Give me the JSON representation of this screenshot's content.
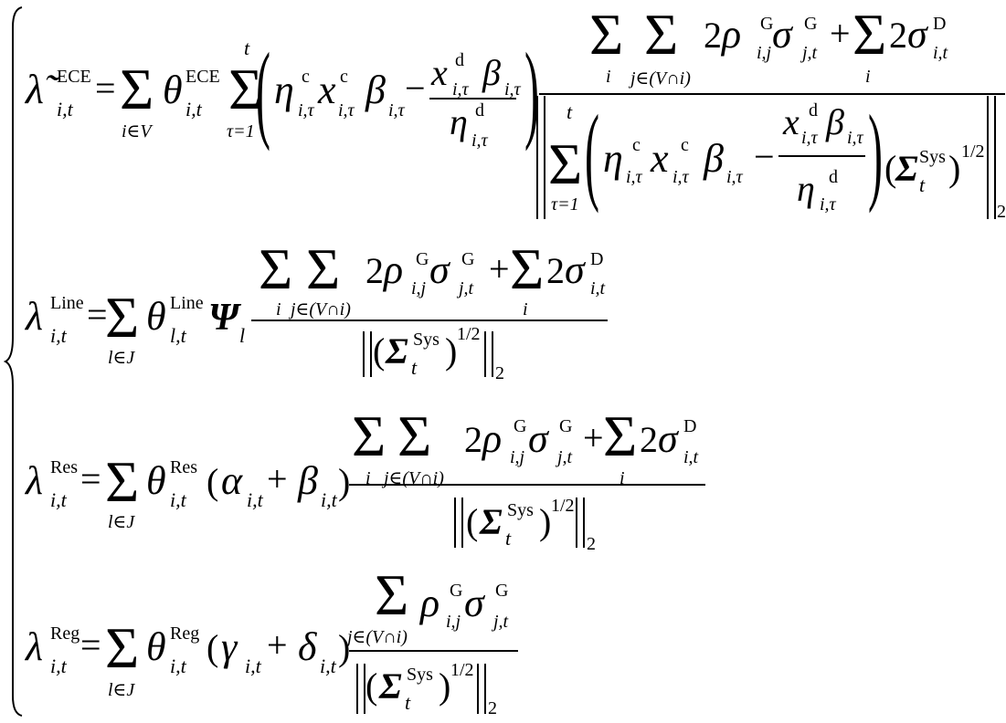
{
  "equations": [
    {
      "name": "ece-price",
      "tokens": [
        "λ̃",
        "ECE",
        "i,t",
        "=",
        "Σ",
        "i∈V",
        "θ",
        "ECE",
        "i,t",
        "Σ",
        "t",
        "τ=1",
        "(",
        "η",
        "c",
        "i,τ",
        "x",
        "c",
        "i,τ",
        "β",
        "i,τ",
        "−",
        "x",
        "d",
        "i,τ",
        "β",
        "i,τ",
        "η",
        "d",
        "i,τ",
        ")",
        "Σ",
        "i",
        "Σ",
        "j∈(V∩i)",
        "2",
        "ρ",
        "G",
        "i,j",
        "σ",
        "G",
        "j,t",
        "+",
        "Σ",
        "i",
        "2",
        "σ",
        "D",
        "i,t",
        "Σ",
        "t",
        "τ=1",
        "(",
        "η",
        "c",
        "i,τ",
        "x",
        "c",
        "i,τ",
        "β",
        "i,τ",
        "−",
        "x",
        "d",
        "i,τ",
        "β",
        "i,τ",
        "η",
        "d",
        "i,τ",
        ")",
        "(",
        "Σ",
        "Sys",
        "t",
        ")",
        "1/2",
        "2"
      ]
    },
    {
      "name": "line-price",
      "tokens": [
        "λ",
        "Line",
        "i,t",
        "=",
        "Σ",
        "l∈J",
        "θ",
        "Line",
        "l,t",
        "Ψ",
        "l",
        "Σ",
        "i",
        "Σ",
        "j∈(V∩i)",
        "2",
        "ρ",
        "G",
        "i,j",
        "σ",
        "G",
        "j,t",
        "+",
        "Σ",
        "i",
        "2",
        "σ",
        "D",
        "i,t",
        "(",
        "Σ",
        "Sys",
        "t",
        ")",
        "1/2",
        "2"
      ]
    },
    {
      "name": "res-price",
      "tokens": [
        "λ",
        "Res",
        "i,t",
        "=",
        "Σ",
        "l∈J",
        "θ",
        "Res",
        "i,t",
        "(",
        "α",
        "i,t",
        "+",
        "β",
        "i,t",
        ")",
        "Σ",
        "i",
        "Σ",
        "j∈(V∩i)",
        "2",
        "ρ",
        "G",
        "i,j",
        "σ",
        "G",
        "j,t",
        "+",
        "Σ",
        "i",
        "2",
        "σ",
        "D",
        "i,t",
        "(",
        "Σ",
        "Sys",
        "t",
        ")",
        "1/2",
        "2"
      ]
    },
    {
      "name": "reg-price",
      "tokens": [
        "λ",
        "Reg",
        "i,t",
        "=",
        "Σ",
        "l∈J",
        "θ",
        "Reg",
        "i,t",
        "(",
        "γ",
        "i,t",
        "+",
        "δ",
        "i,t",
        ")",
        "Σ",
        "j∈(V∩i)",
        "ρ",
        "G",
        "i,j",
        "σ",
        "G",
        "j,t",
        "(",
        "Σ",
        "Sys",
        "t",
        ")",
        "1/2",
        "2"
      ]
    }
  ]
}
